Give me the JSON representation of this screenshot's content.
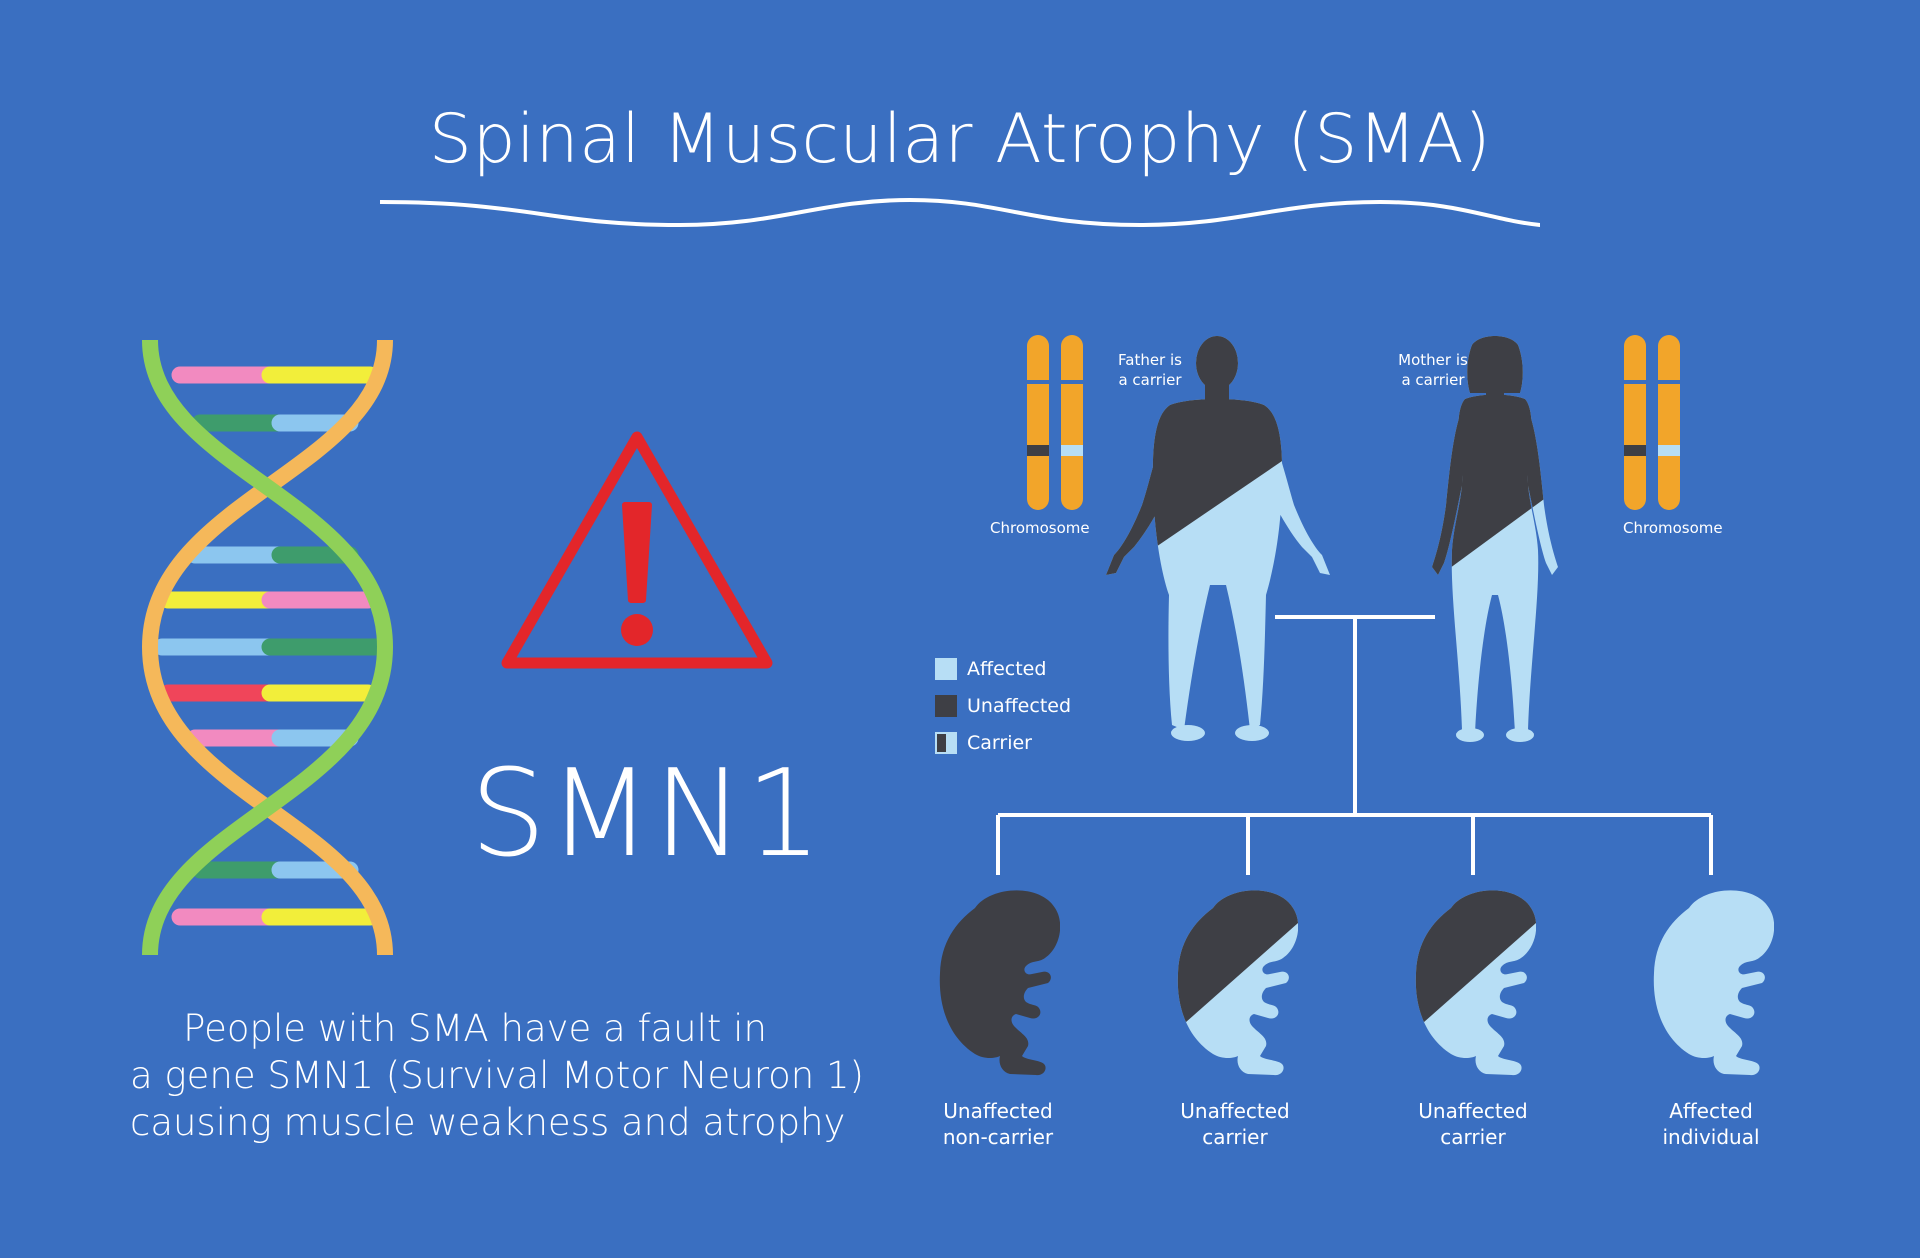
{
  "title": "Spinal Muscular Atrophy (SMA)",
  "gene": "SMN1",
  "description": [
    "People with SMA have a fault in",
    "a gene SMN1 (Survival Motor Neuron 1)",
    "causing muscle weakness and atrophy"
  ],
  "father": {
    "label_line1": "Father is",
    "label_line2": "a carrier"
  },
  "mother": {
    "label_line1": "Mother is",
    "label_line2": "a carrier"
  },
  "chromosome_label": "Chromosome",
  "legend": [
    {
      "label": "Affected",
      "kind": "affected"
    },
    {
      "label": "Unaffected",
      "kind": "unaffected"
    },
    {
      "label": "Carrier",
      "kind": "carrier"
    }
  ],
  "children": [
    {
      "line1": "Unaffected",
      "line2": "non-carrier",
      "kind": "unaffected"
    },
    {
      "line1": "Unaffected",
      "line2": "carrier",
      "kind": "carrier"
    },
    {
      "line1": "Unaffected",
      "line2": "carrier",
      "kind": "carrier"
    },
    {
      "line1": "Affected",
      "line2": "individual",
      "kind": "affected"
    }
  ],
  "colors": {
    "background": "#3a6fc1",
    "affected": "#b7def5",
    "unaffected": "#3e3f45",
    "chromosome": "#f2a52a",
    "warning": "#e3262a"
  },
  "icons": [
    "dna-helix-icon",
    "warning-triangle-icon",
    "chromosome-icon",
    "male-silhouette-icon",
    "female-silhouette-icon",
    "fetus-icon"
  ]
}
